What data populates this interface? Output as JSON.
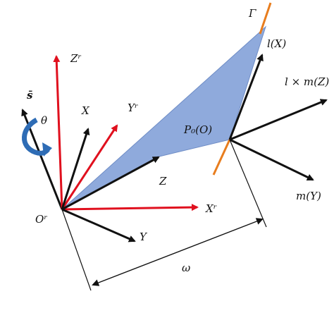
{
  "labels": {
    "s_bar": "s̄",
    "theta": "θ",
    "z_r": "Zʳ",
    "x": "X",
    "y_r": "Yʳ",
    "gamma": "Γ",
    "l_x": "l(X)",
    "l_cross_m": "l × m(Z)",
    "p0": "P₀(O)",
    "z": "Z",
    "x_r": "Xʳ",
    "o_r": "Oʳ",
    "y": "Y",
    "m_y": "m(Y)",
    "omega": "ω"
  },
  "colors": {
    "red_axis": "#e0101e",
    "black_axis": "#111111",
    "plane_fill": "#8faadc",
    "plane_stroke": "#6f8dc6",
    "gamma_line": "#e87d1e",
    "rotation_arrow": "#2e6cb5"
  }
}
